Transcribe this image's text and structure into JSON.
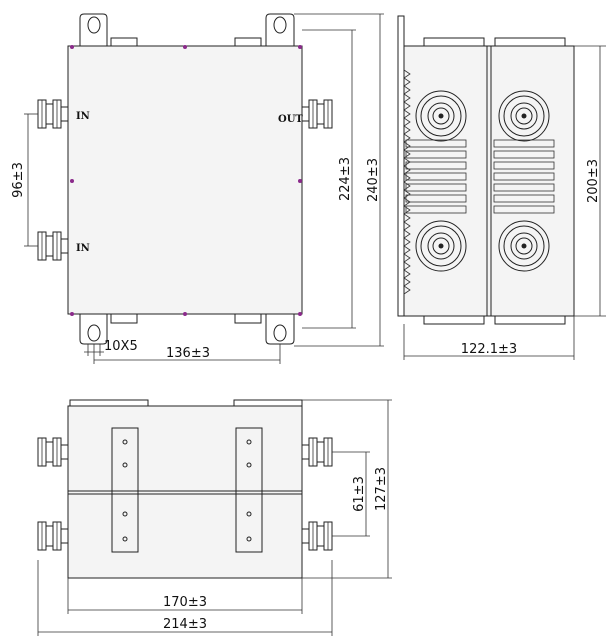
{
  "ports": {
    "in_top": "IN",
    "in_bottom": "IN",
    "out": "OUT"
  },
  "front_view": {
    "dim_port_spacing": "96±3",
    "dim_body_height": "224±3",
    "dim_overall_height": "240±3",
    "dim_slot": "10X5",
    "dim_width": "136±3"
  },
  "side_view": {
    "dim_height": "200±3",
    "dim_width": "122.1±3"
  },
  "bottom_view": {
    "dim_port_spacing": "61±3",
    "dim_height": "127±3",
    "dim_body_width": "170±3",
    "dim_overall_width": "214±3"
  },
  "colors": {
    "line": "#222222",
    "marker": "#8b2a8b",
    "body_fill": "#f4f4f4"
  }
}
